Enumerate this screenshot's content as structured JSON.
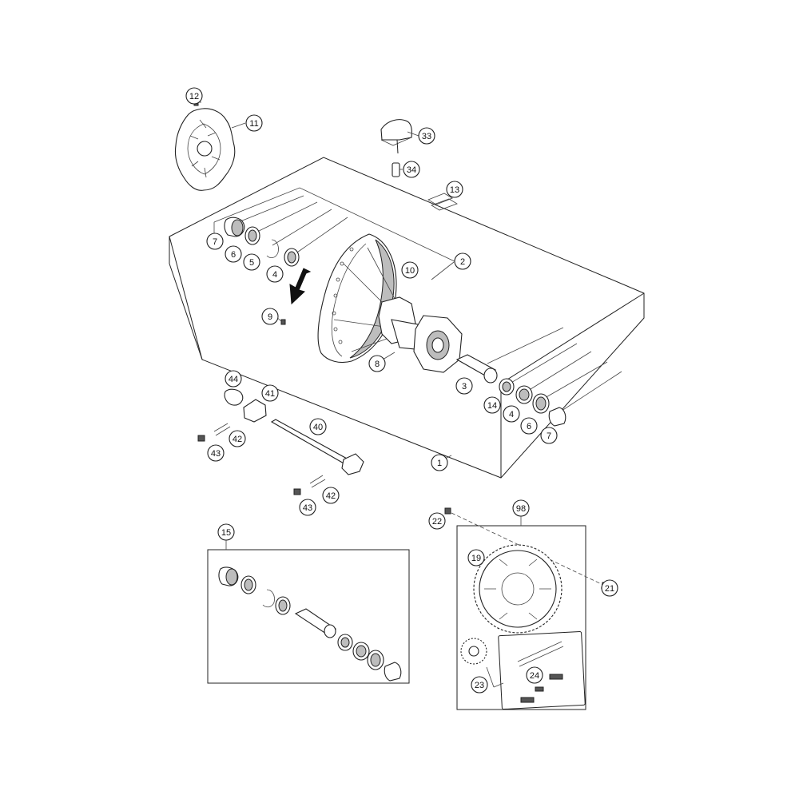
{
  "callouts": [
    {
      "label": "12"
    },
    {
      "label": "11"
    },
    {
      "label": "33"
    },
    {
      "label": "34"
    },
    {
      "label": "13"
    },
    {
      "label": "7"
    },
    {
      "label": "6"
    },
    {
      "label": "5"
    },
    {
      "label": "4"
    },
    {
      "label": "10"
    },
    {
      "label": "2"
    },
    {
      "label": "9"
    },
    {
      "label": "8"
    },
    {
      "label": "3"
    },
    {
      "label": "14"
    },
    {
      "label": "4"
    },
    {
      "label": "6"
    },
    {
      "label": "7"
    },
    {
      "label": "44"
    },
    {
      "label": "41"
    },
    {
      "label": "40"
    },
    {
      "label": "42"
    },
    {
      "label": "43"
    },
    {
      "label": "1"
    },
    {
      "label": "42"
    },
    {
      "label": "43"
    },
    {
      "label": "15"
    },
    {
      "label": "22"
    },
    {
      "label": "98"
    },
    {
      "label": "19"
    },
    {
      "label": "21"
    },
    {
      "label": "24"
    },
    {
      "label": "23"
    }
  ]
}
